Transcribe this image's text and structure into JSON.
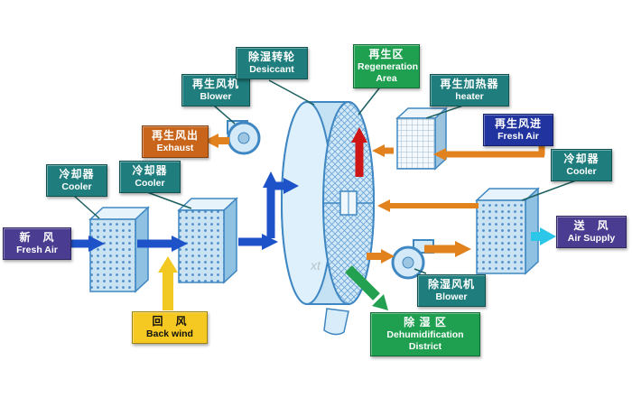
{
  "diagram": {
    "watermark": "xt",
    "labels": {
      "fresh_air_in": {
        "zh": "新　风",
        "en": "Fresh Air"
      },
      "cooler_left_1": {
        "zh": "冷却器",
        "en": "Cooler"
      },
      "cooler_left_2": {
        "zh": "冷却器",
        "en": "Cooler"
      },
      "back_wind": {
        "zh": "回　风",
        "en": "Back wind"
      },
      "regen_blower": {
        "zh": "再生风机",
        "en": "Blower"
      },
      "exhaust": {
        "zh": "再生风出",
        "en": "Exhaust"
      },
      "desiccant_wheel": {
        "zh": "除湿转轮",
        "en": "Desiccant"
      },
      "regen_area": {
        "zh": "再生区",
        "en": "Regeneration Area"
      },
      "regen_heater": {
        "zh": "再生加热器",
        "en": "heater"
      },
      "regen_fresh_air": {
        "zh": "再生风进",
        "en": "Fresh Air"
      },
      "cooler_right": {
        "zh": "冷却器",
        "en": "Cooler"
      },
      "air_supply": {
        "zh": "送　风",
        "en": "Air Supply"
      },
      "dehumid_blower": {
        "zh": "除湿风机",
        "en": "Blower"
      },
      "dehumid_district": {
        "zh": "除 湿 区",
        "en": "Dehumidification District"
      }
    },
    "colors": {
      "label_teal": "#1f7d7d",
      "label_purple": "#4a3d91",
      "label_orange": "#c8651b",
      "label_yellow": "#f5c822",
      "label_green": "#1fa050",
      "label_navy": "#20339e",
      "arrow_blue": "#1d52c8",
      "arrow_orange": "#e2821e",
      "arrow_red": "#cf1616",
      "arrow_yellow": "#f2c822",
      "arrow_cyan": "#2cc6e8",
      "arrow_green": "#23a050"
    }
  }
}
